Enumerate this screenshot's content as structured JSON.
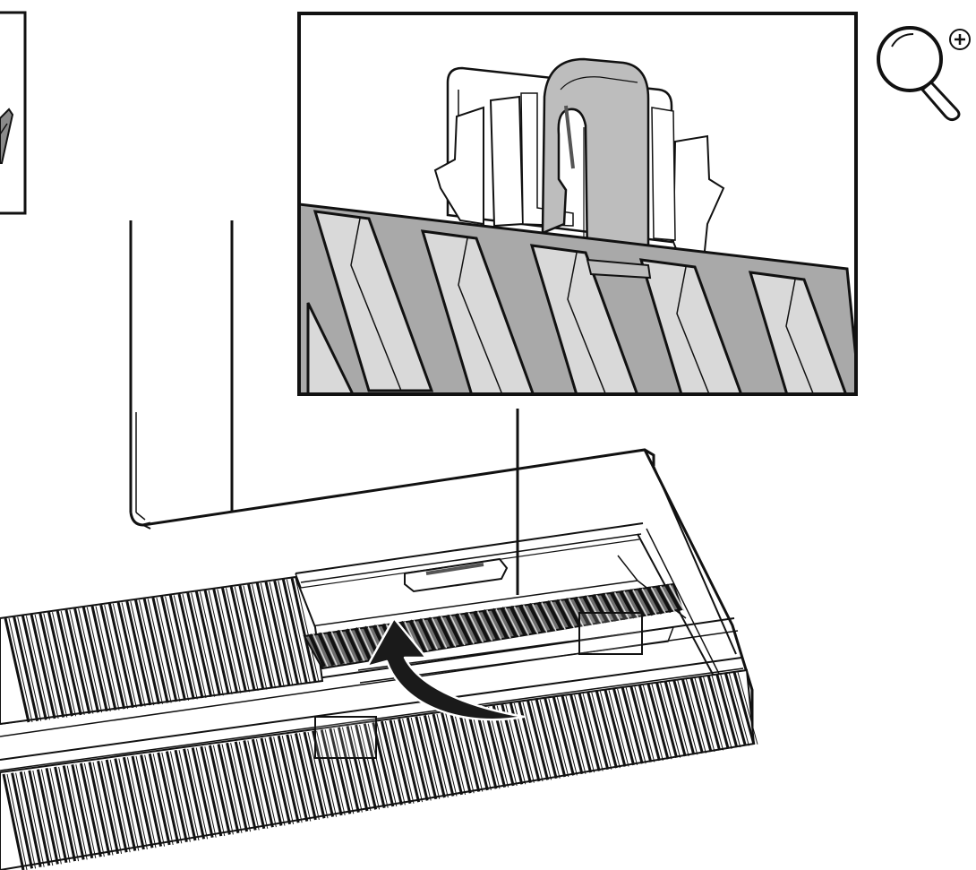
{
  "colors": {
    "background": "#ffffff",
    "line": "#111111",
    "shade": "#a9a9a9",
    "shade_light": "#d9d9d9",
    "shade_dark": "#6f6f6f",
    "arrow": "#1a1a1a"
  },
  "icons": {
    "zoom": "zoom-in-magnifier-icon",
    "arrow": "curved-up-arrow-icon"
  },
  "figure": {
    "parts": [
      "left-partial-inset",
      "detail-inset-clip",
      "appliance-base",
      "front-grille",
      "rear-filter-grille",
      "curved-lift-arrow",
      "callout-lines",
      "highlight-boxes"
    ]
  }
}
